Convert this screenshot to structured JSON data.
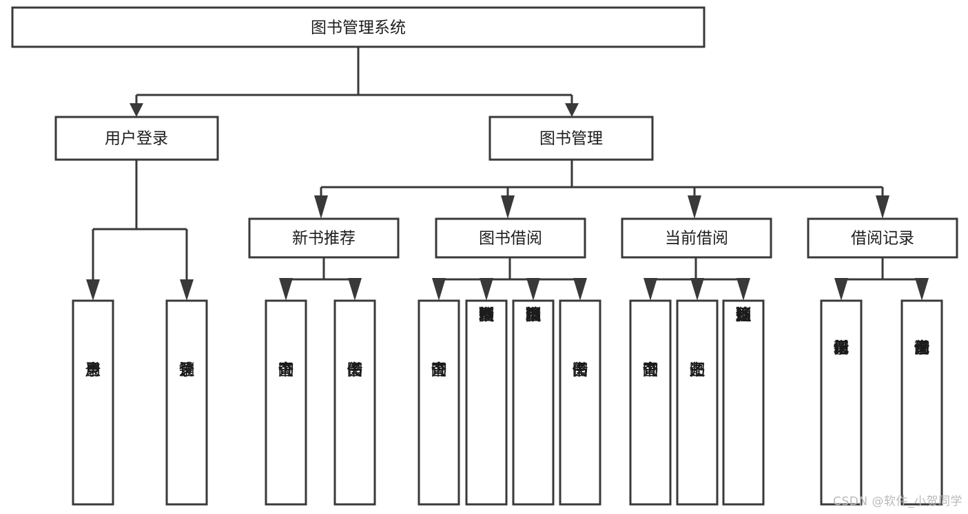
{
  "diagram": {
    "title": "图书管理系统",
    "type": "tree",
    "orientation": "top-down",
    "colors": {
      "box_fill": "#ffffff",
      "box_stroke": "#393939",
      "connector": "#393939",
      "text": "#1c1c1c",
      "watermark": "#b9b9b9",
      "background": "#ffffff"
    },
    "root": {
      "id": "root",
      "label": "图书管理系统"
    },
    "level2": [
      {
        "id": "user-login",
        "label": "用户登录"
      },
      {
        "id": "book-management",
        "label": "图书管理"
      }
    ],
    "level3": [
      {
        "id": "new-book-recommend",
        "label": "新书推荐",
        "parent": "book-management"
      },
      {
        "id": "book-borrow",
        "label": "图书借阅",
        "parent": "book-management"
      },
      {
        "id": "current-borrow",
        "label": "当前借阅",
        "parent": "book-management"
      },
      {
        "id": "borrow-record",
        "label": "借阅记录",
        "parent": "book-management"
      }
    ],
    "leaves": [
      {
        "id": "leaf-user-login",
        "label": "用户登录",
        "parent": "user-login"
      },
      {
        "id": "leaf-user-logout",
        "label": "注销登录",
        "parent": "user-login"
      },
      {
        "id": "leaf-query-book-1",
        "label": "查询图书",
        "parent": "new-book-recommend"
      },
      {
        "id": "leaf-borrow-book-1",
        "label": "借阅图书",
        "parent": "new-book-recommend"
      },
      {
        "id": "leaf-query-book-2",
        "label": "查询图书",
        "parent": "book-borrow"
      },
      {
        "id": "leaf-add-book",
        "label": "新增图书（管理员）",
        "parent": "book-borrow"
      },
      {
        "id": "leaf-edit-book",
        "label": "编辑图书（管理员）",
        "parent": "book-borrow"
      },
      {
        "id": "leaf-borrow-book-2",
        "label": "借阅图书",
        "parent": "book-borrow"
      },
      {
        "id": "leaf-query-book-3",
        "label": "查询图书",
        "parent": "current-borrow"
      },
      {
        "id": "leaf-return-book",
        "label": "归还图书",
        "parent": "current-borrow"
      },
      {
        "id": "leaf-confirm-return",
        "label": "确认归还（管理员）",
        "parent": "current-borrow"
      },
      {
        "id": "leaf-add-record",
        "label": "新增借阅记录",
        "parent": "borrow-record"
      },
      {
        "id": "leaf-query-record",
        "label": "查询借阅记录",
        "parent": "borrow-record"
      }
    ],
    "watermark": "CSDN @软件_小贺同学"
  }
}
